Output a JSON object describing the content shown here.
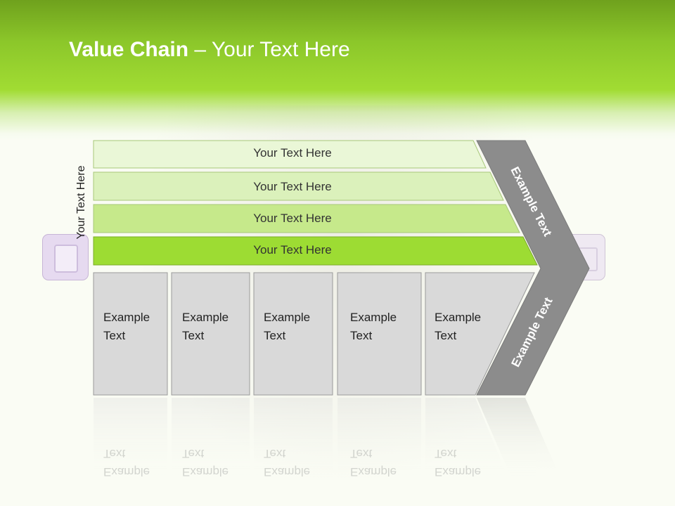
{
  "title": {
    "bold": "Value Chain",
    "rest": " – Your Text Here"
  },
  "side_label": "Your Text Here",
  "bars": [
    {
      "label": "Your Text Here",
      "color": "#eaf7d7"
    },
    {
      "label": "Your Text Here",
      "color": "#dbf1bb"
    },
    {
      "label": "Your Text Here",
      "color": "#c6e98b"
    },
    {
      "label": "Your Text Here",
      "color": "#9ddc33"
    }
  ],
  "boxes": [
    {
      "line1": "Example",
      "line2": "Text"
    },
    {
      "line1": "Example",
      "line2": "Text"
    },
    {
      "line1": "Example",
      "line2": "Text"
    },
    {
      "line1": "Example",
      "line2": "Text"
    },
    {
      "line1": "Example",
      "line2": "Text"
    }
  ],
  "chevron": {
    "upper_label": "Example Text",
    "lower_label": "Example Text",
    "color": "#8c8c8c"
  },
  "colors": {
    "accent": "#9ddc33",
    "box_fill": "#d9d9d9",
    "box_border": "#9a9a9a"
  }
}
